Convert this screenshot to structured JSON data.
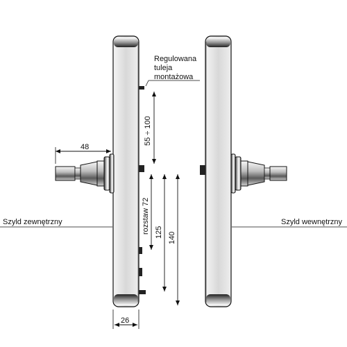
{
  "callout": {
    "line1": "Regulowana",
    "line2": "tuleja",
    "line3": "montażowa"
  },
  "labels": {
    "outer_plate": "Szyld zewnętrzny",
    "inner_plate": "Szyld wewnętrzny"
  },
  "dimensions": {
    "handle_length": "48",
    "door_range": "55 ÷ 100",
    "spacing": "rozstaw 72",
    "d125": "125",
    "d140": "140",
    "plate_width": "26"
  },
  "colors": {
    "line": "#111111",
    "plate_light": "#e8e8e8",
    "plate_dark": "#333333"
  }
}
